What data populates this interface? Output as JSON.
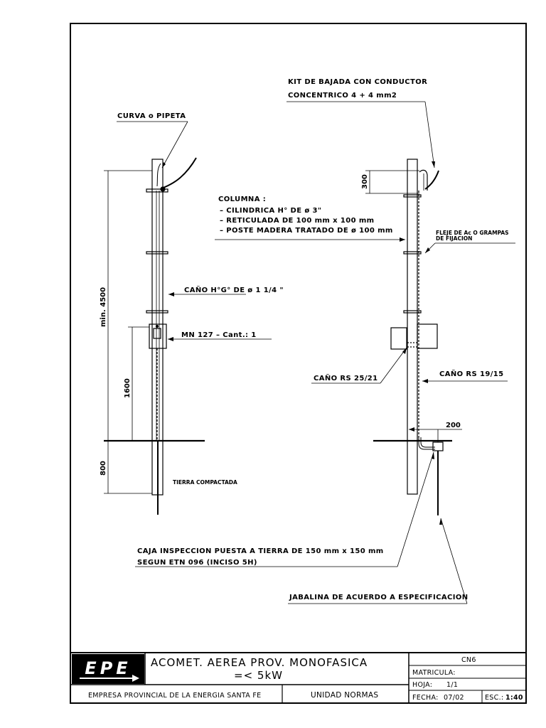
{
  "labels": {
    "kit_line1": "KIT DE BAJADA CON CONDUCTOR",
    "kit_line2": "CONCENTRICO 4 + 4 mm2",
    "curva": "CURVA o PIPETA",
    "columna_title": "COLUMNA :",
    "columna_opt1": "– CILINDRICA H° DE ø 3\"",
    "columna_opt2": "– RETICULADA DE 100 mm x 100 mm",
    "columna_opt3": "– POSTE MADERA TRATADO DE ø 100 mm",
    "fleje_line1": "FLEJE DE Ac O GRAMPAS",
    "fleje_line2": "DE FIJACION",
    "cano_hg": "CAÑO H°G° DE ø 1 1/4 \"",
    "mn127": "MN 127 – Cant.: 1",
    "cano_rs2521": "CAÑO RS 25/21",
    "cano_rs1915": "CAÑO RS 19/15",
    "tierra": "TIERRA COMPACTADA",
    "caja_line1": "CAJA INSPECCION PUESTA A TIERRA DE 150 mm x 150 mm",
    "caja_line2": "SEGUN ETN 096 (INCISO 5H)",
    "jabalina": "JABALINA DE ACUERDO A ESPECIFICACION"
  },
  "dimensions": {
    "min4500": "min. 4500",
    "d1600": "1600",
    "d800": "800",
    "d300": "300",
    "d200": "200"
  },
  "title_block": {
    "logo": "EPE",
    "title_line1": "ACOMET. AEREA PROV. MONOFASICA",
    "title_line2": "=< 5kW",
    "company": "EMPRESA PROVINCIAL DE LA ENERGIA SANTA FE",
    "unit": "UNIDAD NORMAS",
    "code": "CN6",
    "matricula_label": "MATRICULA:",
    "hoja_label": "HOJA:",
    "hoja_value": "1/1",
    "fecha_label": "FECHA:",
    "fecha_value": "07/02",
    "escala_label": "ESC.:",
    "escala_value": "1:40"
  }
}
